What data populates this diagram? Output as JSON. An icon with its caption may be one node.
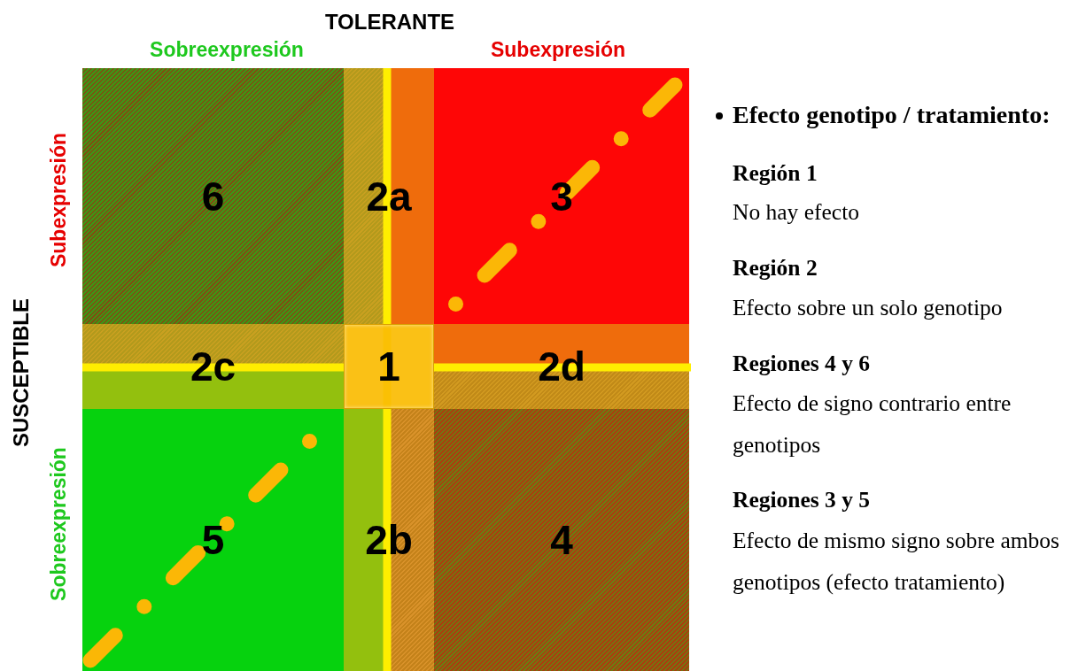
{
  "diagram": {
    "nodes": [
      {
        "text": [
          "6"
        ]
      },
      {
        "text": [
          "2a"
        ]
      },
      {
        "text": [
          "3"
        ]
      },
      {
        "text": [
          "2c"
        ]
      },
      {
        "text": [
          "1"
        ]
      },
      {
        "text": [
          "2d"
        ]
      },
      {
        "text": [
          "5"
        ]
      },
      {
        "text": [
          "2b"
        ]
      },
      {
        "text": [
          "4"
        ]
      }
    ],
    "labels": [
      "TOLERANTE",
      "Sobreexpresión",
      "Subexpresión",
      "Subexpresión",
      "SUSCEPTIBLE",
      "Sobreexpresión",
      "Efecto genotipo / tratamiento:",
      "Región 1",
      "No hay efecto",
      "Región 2",
      "Efecto sobre un solo genotipo",
      "Regiones 4 y 6",
      "Efecto de signo contrario entre genotipos",
      "Regiones 3 y 5",
      "Efecto de mismo signo sobre ambos genotipos (efecto tratamiento)"
    ]
  }
}
